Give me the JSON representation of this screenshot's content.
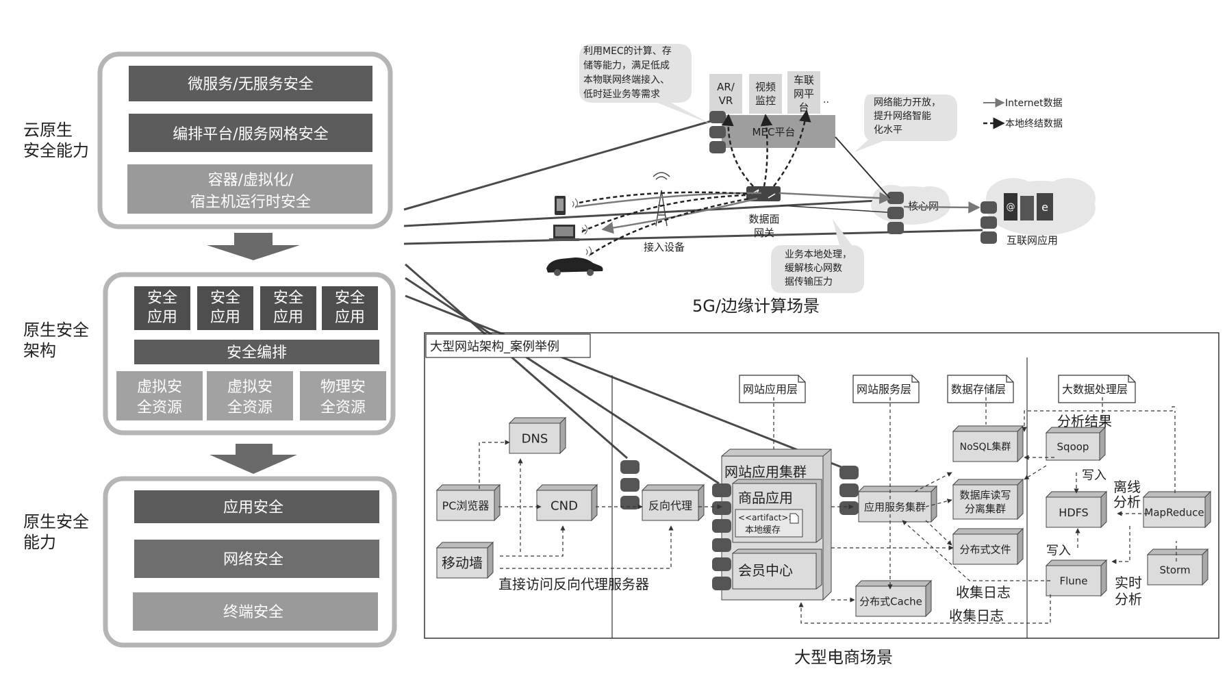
{
  "left_panel": {
    "section1_label": [
      "云原生",
      "安全能力"
    ],
    "section1_items": [
      "微服务/无服务安全",
      "编排平台/服务网格安全",
      "容器/虚拟化/",
      "宿主机运行时安全"
    ],
    "section2_label": [
      "原生安全",
      "架构"
    ],
    "security_apps": [
      "安全\n应用",
      "安全\n应用",
      "安全\n应用",
      "安全\n应用"
    ],
    "security_orchestration": "安全编排",
    "resources": [
      [
        "虚拟安",
        "全资源"
      ],
      [
        "虚拟安",
        "全资源"
      ],
      [
        "物理安",
        "全资源"
      ]
    ],
    "section3_label": [
      "原生安全",
      "能力"
    ],
    "section3_items": [
      "应用安全",
      "网络安全",
      "终端安全"
    ]
  },
  "edge_scene": {
    "title": "5G/边缘计算场景",
    "callout_mec": [
      "利用MEC的计算、存",
      "储等能力，满足低成",
      "本物联网终端接入、",
      "低时延业务等需求"
    ],
    "callout_network": [
      "网络能力开放，",
      "提升网络智能",
      "化水平"
    ],
    "callout_local": [
      "业务本地处理，",
      "缓解核心网数",
      "据传输压力"
    ],
    "apps": [
      [
        "AR/",
        "VR"
      ],
      [
        "视频",
        "监控"
      ],
      [
        "车联",
        "网平",
        "台"
      ]
    ],
    "apps_more": "..",
    "mec_platform": "MEC平台",
    "gateway": [
      "数据面",
      "网关"
    ],
    "access_device": "接入设备",
    "core_network": "核心网",
    "internet_apps": "互联网应用",
    "legend": {
      "internet": "Internet数据",
      "local": "本地终结数据"
    }
  },
  "ecommerce_scene": {
    "title": "大型电商场景",
    "frame_title": "大型网站架构_案例举例",
    "layers": [
      "网站应用层",
      "网站服务层",
      "数据存储层",
      "大数据处理层"
    ],
    "nodes": {
      "dns": "DNS",
      "pc": "PC浏览器",
      "cnd": "CND",
      "mobile": "移动墙",
      "reverse_proxy": "反向代理",
      "app_cluster": "网站应用集群",
      "product_app": "商品应用",
      "artifact": "<<artifact>>",
      "local_cache": "本地缓存",
      "member_center": "会员中心",
      "service_cluster": "应用服务集群",
      "nosql": "NoSQL集群",
      "rw_split": [
        "数据库读写",
        "分离集群"
      ],
      "dist_file": "分布式文件",
      "dist_cache": "分布式Cache",
      "sqoop": "Sqoop",
      "hdfs": "HDFS",
      "mapreduce": "MapReduce",
      "flume": "Flune",
      "storm": "Storm"
    },
    "edge_labels": {
      "direct_access": "直接访问反向代理服务器",
      "collect_log_1": "收集日志",
      "collect_log_2": "收集日志",
      "analysis_result": "分析结果",
      "write_1": "写入",
      "write_2": "写入",
      "offline": [
        "离线",
        "分析"
      ],
      "realtime": [
        "实时",
        "分析"
      ]
    }
  }
}
